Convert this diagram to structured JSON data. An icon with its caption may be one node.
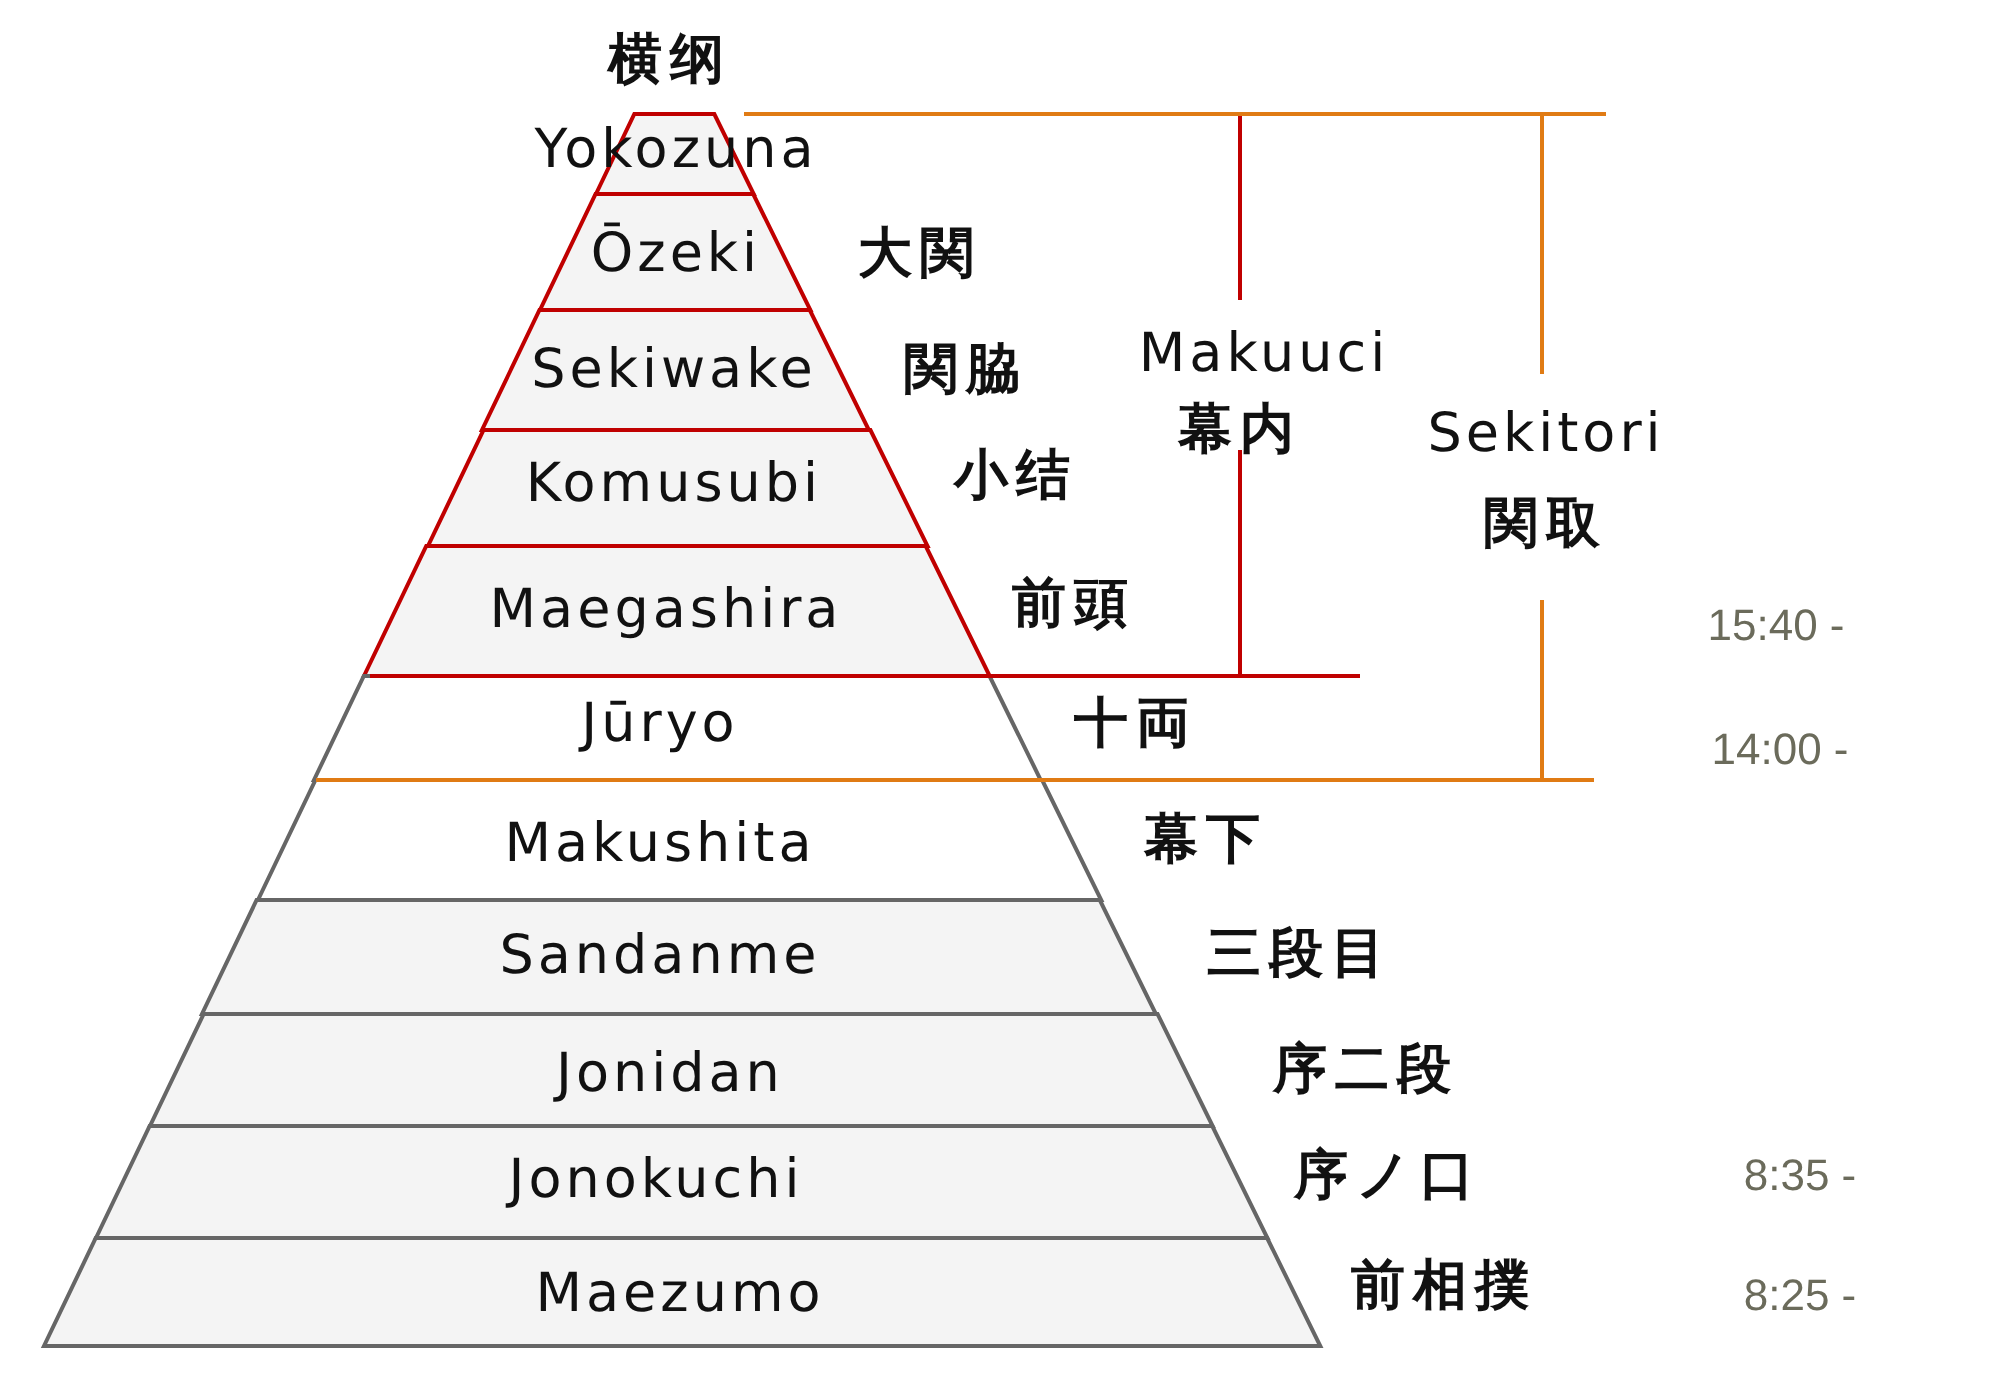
{
  "diagram": {
    "nodes": [
      {
        "text": [
          "Yokozuna"
        ],
        "beside": [
          "横纲"
        ]
      },
      {
        "text": [
          "Ōzeki"
        ],
        "beside": [
          "大関"
        ]
      },
      {
        "text": [
          "Sekiwake"
        ],
        "beside": [
          "関脇"
        ]
      },
      {
        "text": [
          "Komusubi"
        ],
        "beside": [
          "小结"
        ]
      },
      {
        "text": [
          "Maegashira"
        ],
        "beside": [
          "前頭"
        ]
      },
      {
        "text": [
          "Jūryo"
        ],
        "beside": [
          "十両"
        ]
      },
      {
        "text": [
          "Makushita"
        ],
        "beside": [
          "幕下"
        ]
      },
      {
        "text": [
          "Sandanme"
        ],
        "beside": [
          "三段目"
        ]
      },
      {
        "text": [
          "Jonidan"
        ],
        "beside": [
          "序二段"
        ]
      },
      {
        "text": [
          "Jonokuchi"
        ],
        "beside": [
          "序ノ口"
        ]
      },
      {
        "text": [
          "Maezumo"
        ],
        "beside": [
          "前相撲"
        ]
      }
    ],
    "labels": [
      "Makuuci",
      "幕内",
      "Sekitori",
      "関取",
      "15:40 -",
      "14:00 -",
      "8:35 -",
      "8:25 -"
    ]
  }
}
